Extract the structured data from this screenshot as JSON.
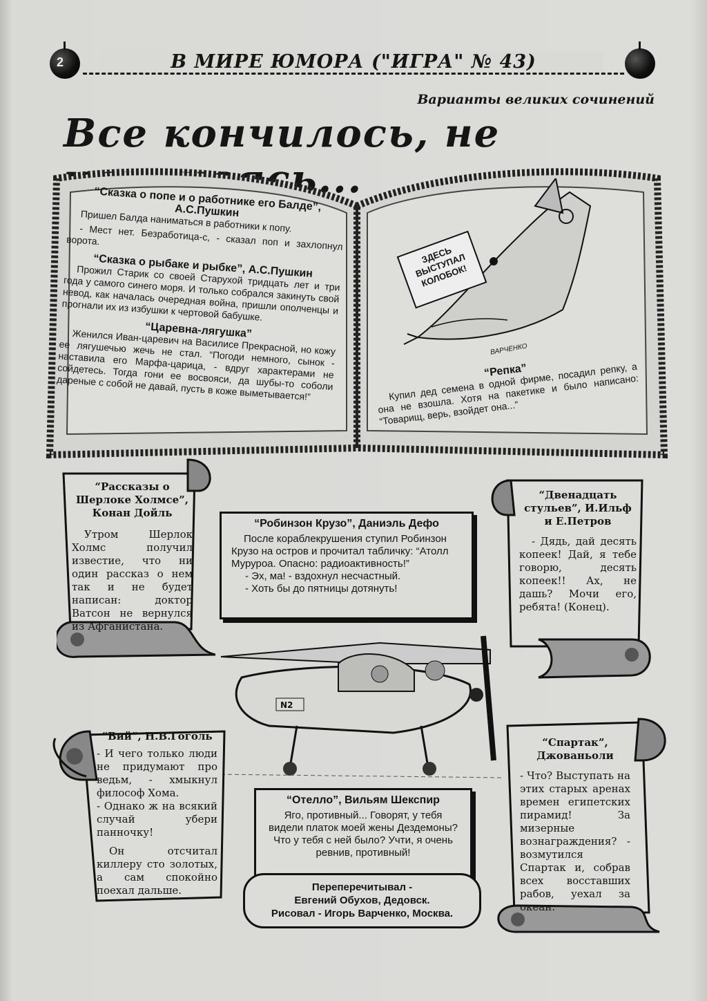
{
  "header": {
    "title": "В МИРЕ ЮМОРА (\"ИГРА\" № 43)",
    "page_number": "2"
  },
  "subtitle": "Варианты великих сочинений",
  "main_title": "Все кончилось, не начинаясь...",
  "book": {
    "tales": [
      {
        "title": "“Сказка о попе и о работнике его Балде”, А.С.Пушкин",
        "lines": [
          "Пришел Балда наниматься в работники к попу.",
          "- Мест нет. Безработица-с, - сказал поп и захлопнул ворота."
        ]
      },
      {
        "title": "“Сказка о рыбаке и рыбке”, А.С.Пушкин",
        "lines": [
          "Прожил Старик со своей Старухой тридцать лет и три года у самого синего моря. И только собрался закинуть свой невод, как началась очередная война, пришли ополченцы и прогнали их из избушки к чертовой бабушке."
        ]
      },
      {
        "title": "“Царевна-лягушка”",
        "lines": [
          "Женился Иван-царевич на Василисе Прекрасной, но кожу ее лягушечью жечь не стал. “Погоди немного, сынок - наставила его Марфа-царица, - вдруг характерами не сойдетесь. Тогда гони ее восвояси, да шубы-то соболи дареные с собой не давай, пусть в коже выметывается!”"
        ]
      }
    ],
    "cartoon_sign": "ЗДЕСЬ ВЫСТУПАЛ КОЛОБОК!",
    "cartoon_signature": "ВАРЧЕНКО",
    "repka": {
      "title": "“Репка”",
      "text": "Купил дед семена в одной фирме, посадил репку, а она не взошла. Хотя на пакетике и было написано: “Товарищ, верь, взойдет она...”"
    }
  },
  "scrolls": {
    "sherlock": {
      "title": "“Рассказы о Шерлоке Холмсе”, Конан Дойль",
      "text": "Утром Шерлок Холмс получил известие, что ни один рассказ о нем так и не будет написан: доктор Ватсон не вернулся из Афганистана."
    },
    "chairs": {
      "title": "“Двенадцать стульев”, И.Ильф и Е.Петров",
      "text": "- Дядь, дай десять копеек! Дай, я тебе говорю, десять копеек!! Ах, не дашь? Мочи его, ребята! (Конец)."
    },
    "viy": {
      "title": "“Вий”, Н.В.Гоголь",
      "lines": [
        "- И чего только люди не придумают про ведьм, - хмыкнул философ Хома.",
        "- Однако ж на всякий случай убери панночку!",
        "Он отсчитал киллеру сто золотых, а сам спокойно поехал дальше."
      ]
    },
    "spartak": {
      "title": "“Спартак”, Джованьоли",
      "text": "- Что? Выступать на этих старых аренах времен египетских пирамид! За мизерные вознаграждения? - возмутился Спартак и, собрав всех восставших рабов, уехал за океан."
    }
  },
  "boxes": {
    "robinson": {
      "title": "“Робинзон Крузо”, Даниэль Дефо",
      "lines": [
        "После кораблекрушения ступил Робинзон Крузо на остров и прочитал табличку: “Атолл Муруроа. Опасно: радиоактивность!”",
        "- Эх, ма! - вздохнул несчастный.",
        "- Хоть бы до пятницы дотянуть!"
      ]
    },
    "othello": {
      "title": "“Отелло”, Вильям Шекспир",
      "text": "Яго, противный... Говорят, у тебя видели платок моей жены Дездемоны? Что у тебя с ней было? Учти, я очень ревнив, противный!"
    }
  },
  "plane_label": "N2",
  "credits": {
    "line1": "Переперечитывал -",
    "line2": "Евгений Обухов, Дедовск.",
    "line3": "Рисовал - Игорь Варченко, Москва."
  }
}
